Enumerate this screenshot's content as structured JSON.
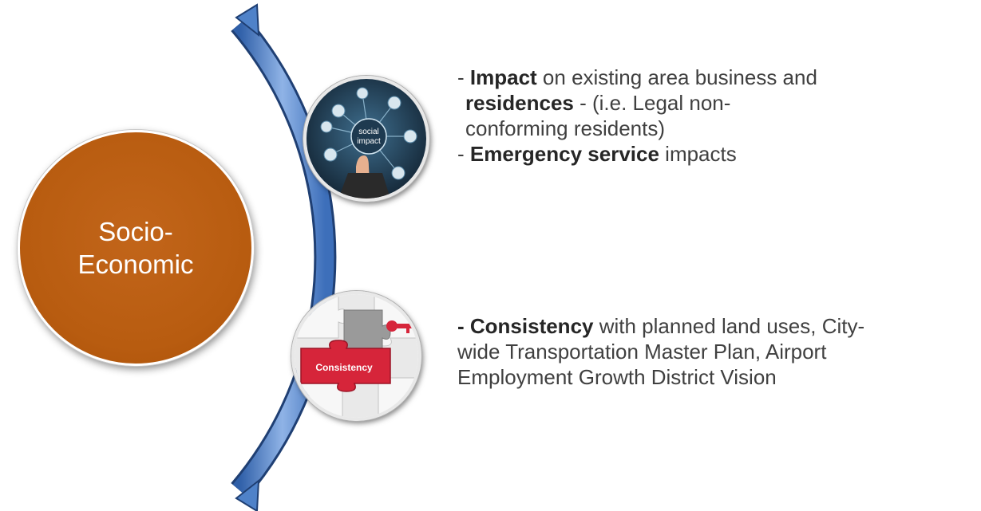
{
  "main_topic": {
    "label": "Socio-\nEconomic",
    "color": "#b85c10"
  },
  "items": [
    {
      "icon": "social-impact-image-icon",
      "image_text": [
        "social",
        "impact"
      ],
      "lines": [
        {
          "prefix": "- ",
          "bold": "Impact",
          "text": " on existing area business and"
        },
        {
          "bold": "residences",
          "text": " - (i.e. Legal non-"
        },
        {
          "text": "conforming residents)"
        },
        {
          "prefix": "- ",
          "bold": "Emergency service",
          "text": " impacts"
        }
      ]
    },
    {
      "icon": "consistency-puzzle-image-icon",
      "image_text": "Consistency",
      "lines": [
        {
          "bold": "- Consistency",
          "text": " with planned land uses, City-"
        },
        {
          "text": "wide Transportation Master Plan, Airport"
        },
        {
          "text": "Employment Growth District Vision"
        }
      ]
    }
  ],
  "colors": {
    "arc": "#4a7cc4",
    "arc_edge": "#1f3f73",
    "accent_red": "#d6253a"
  }
}
